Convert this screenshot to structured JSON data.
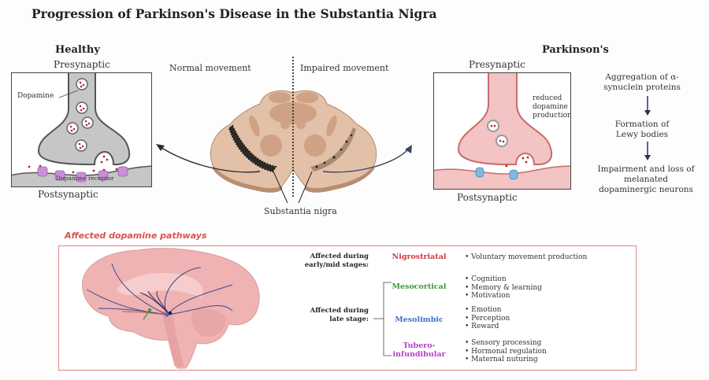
{
  "title": "Progression of Parkinson's Disease in the Substantia Nigra",
  "healthy": {
    "heading": "Healthy",
    "presynaptic": "Presynaptic",
    "postsynaptic": "Postsynaptic",
    "dopamine_label": "Dopamine",
    "receptor_label": "Dopamine receptor"
  },
  "midbrain": {
    "normal_label": "Normal movement",
    "impaired_label": "Impaired movement",
    "substantia_label": "Substantia nigra"
  },
  "parkinsons": {
    "heading": "Parkinson's",
    "presynaptic": "Presynaptic",
    "postsynaptic": "Postsynaptic",
    "reduced_label": [
      "reduced",
      "dopamine",
      "production"
    ]
  },
  "progression": {
    "steps": [
      [
        "Aggregation of α-",
        "synuclein proteins"
      ],
      [
        "Formation  of",
        "Lewy bodies"
      ],
      [
        "Impairment and loss of",
        "melanated",
        "dopaminergic neurons"
      ]
    ]
  },
  "pathways": {
    "title": "Affected dopamine pathways",
    "early_stage": [
      "Affected during",
      "early/mid stages:"
    ],
    "late_stage": [
      "Affected during",
      "late stage:"
    ],
    "items": [
      {
        "name": [
          "Nigrostriatal"
        ],
        "color": "#d9363e",
        "effects": [
          "Voluntary movement production"
        ]
      },
      {
        "name": [
          "Mesocortical"
        ],
        "color": "#3a9a3a",
        "effects": [
          "Cognition",
          "Memory & learning",
          "Motivation"
        ]
      },
      {
        "name": [
          "Mesolimbic"
        ],
        "color": "#3a72c4",
        "effects": [
          "Emotion",
          "Perception",
          "Reward"
        ]
      },
      {
        "name": [
          "Tubero-",
          "infundibular"
        ],
        "color": "#b53fc9",
        "effects": [
          "Sensory processing",
          "Hormonal regulation",
          "Maternal nuturing"
        ]
      }
    ]
  },
  "colors": {
    "healthy_neuron": "#c8c8c8",
    "parkinson_neuron": "#f2c4c4",
    "midbrain": "#e2c1a8",
    "receptor_healthy": "#c98fd8",
    "receptor_pd": "#7fb8e0",
    "dopamine": "#b0243f",
    "brain": "#efb3b3",
    "accent": "#d9534f",
    "arrow_dark": "#2c3350"
  }
}
